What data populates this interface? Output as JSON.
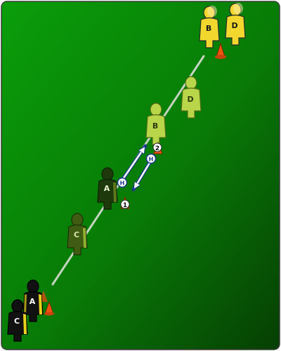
{
  "pitch": {
    "gradient_start": "#0a9a0a",
    "gradient_end": "#0a3a05",
    "border": "#3a3a3a"
  },
  "colors": {
    "black_team": "#111111",
    "black_stripe": "#e8d21c",
    "yellow_team": "#f2d82e",
    "faded_lime": "#b9d64a",
    "faded_olive": "#5c7d1a",
    "dark_olive": "#1e3a0c",
    "path_line": "#d9ddd3",
    "pass_arrow": "#ffffff",
    "arrow_outline": "#1a3a8a",
    "cone": "#ee5511"
  },
  "players": [
    {
      "id": "bottom-c",
      "label": "C"
    },
    {
      "id": "bottom-a",
      "label": "A"
    },
    {
      "id": "mid-c",
      "label": "C"
    },
    {
      "id": "mid-a",
      "label": "A"
    },
    {
      "id": "mid-b",
      "label": "B"
    },
    {
      "id": "mid-d",
      "label": "D"
    },
    {
      "id": "top-b",
      "label": "B"
    },
    {
      "id": "top-d",
      "label": "D"
    }
  ],
  "pass_markers": [
    "H",
    "H"
  ],
  "cone_numbers": [
    "1",
    "2"
  ]
}
